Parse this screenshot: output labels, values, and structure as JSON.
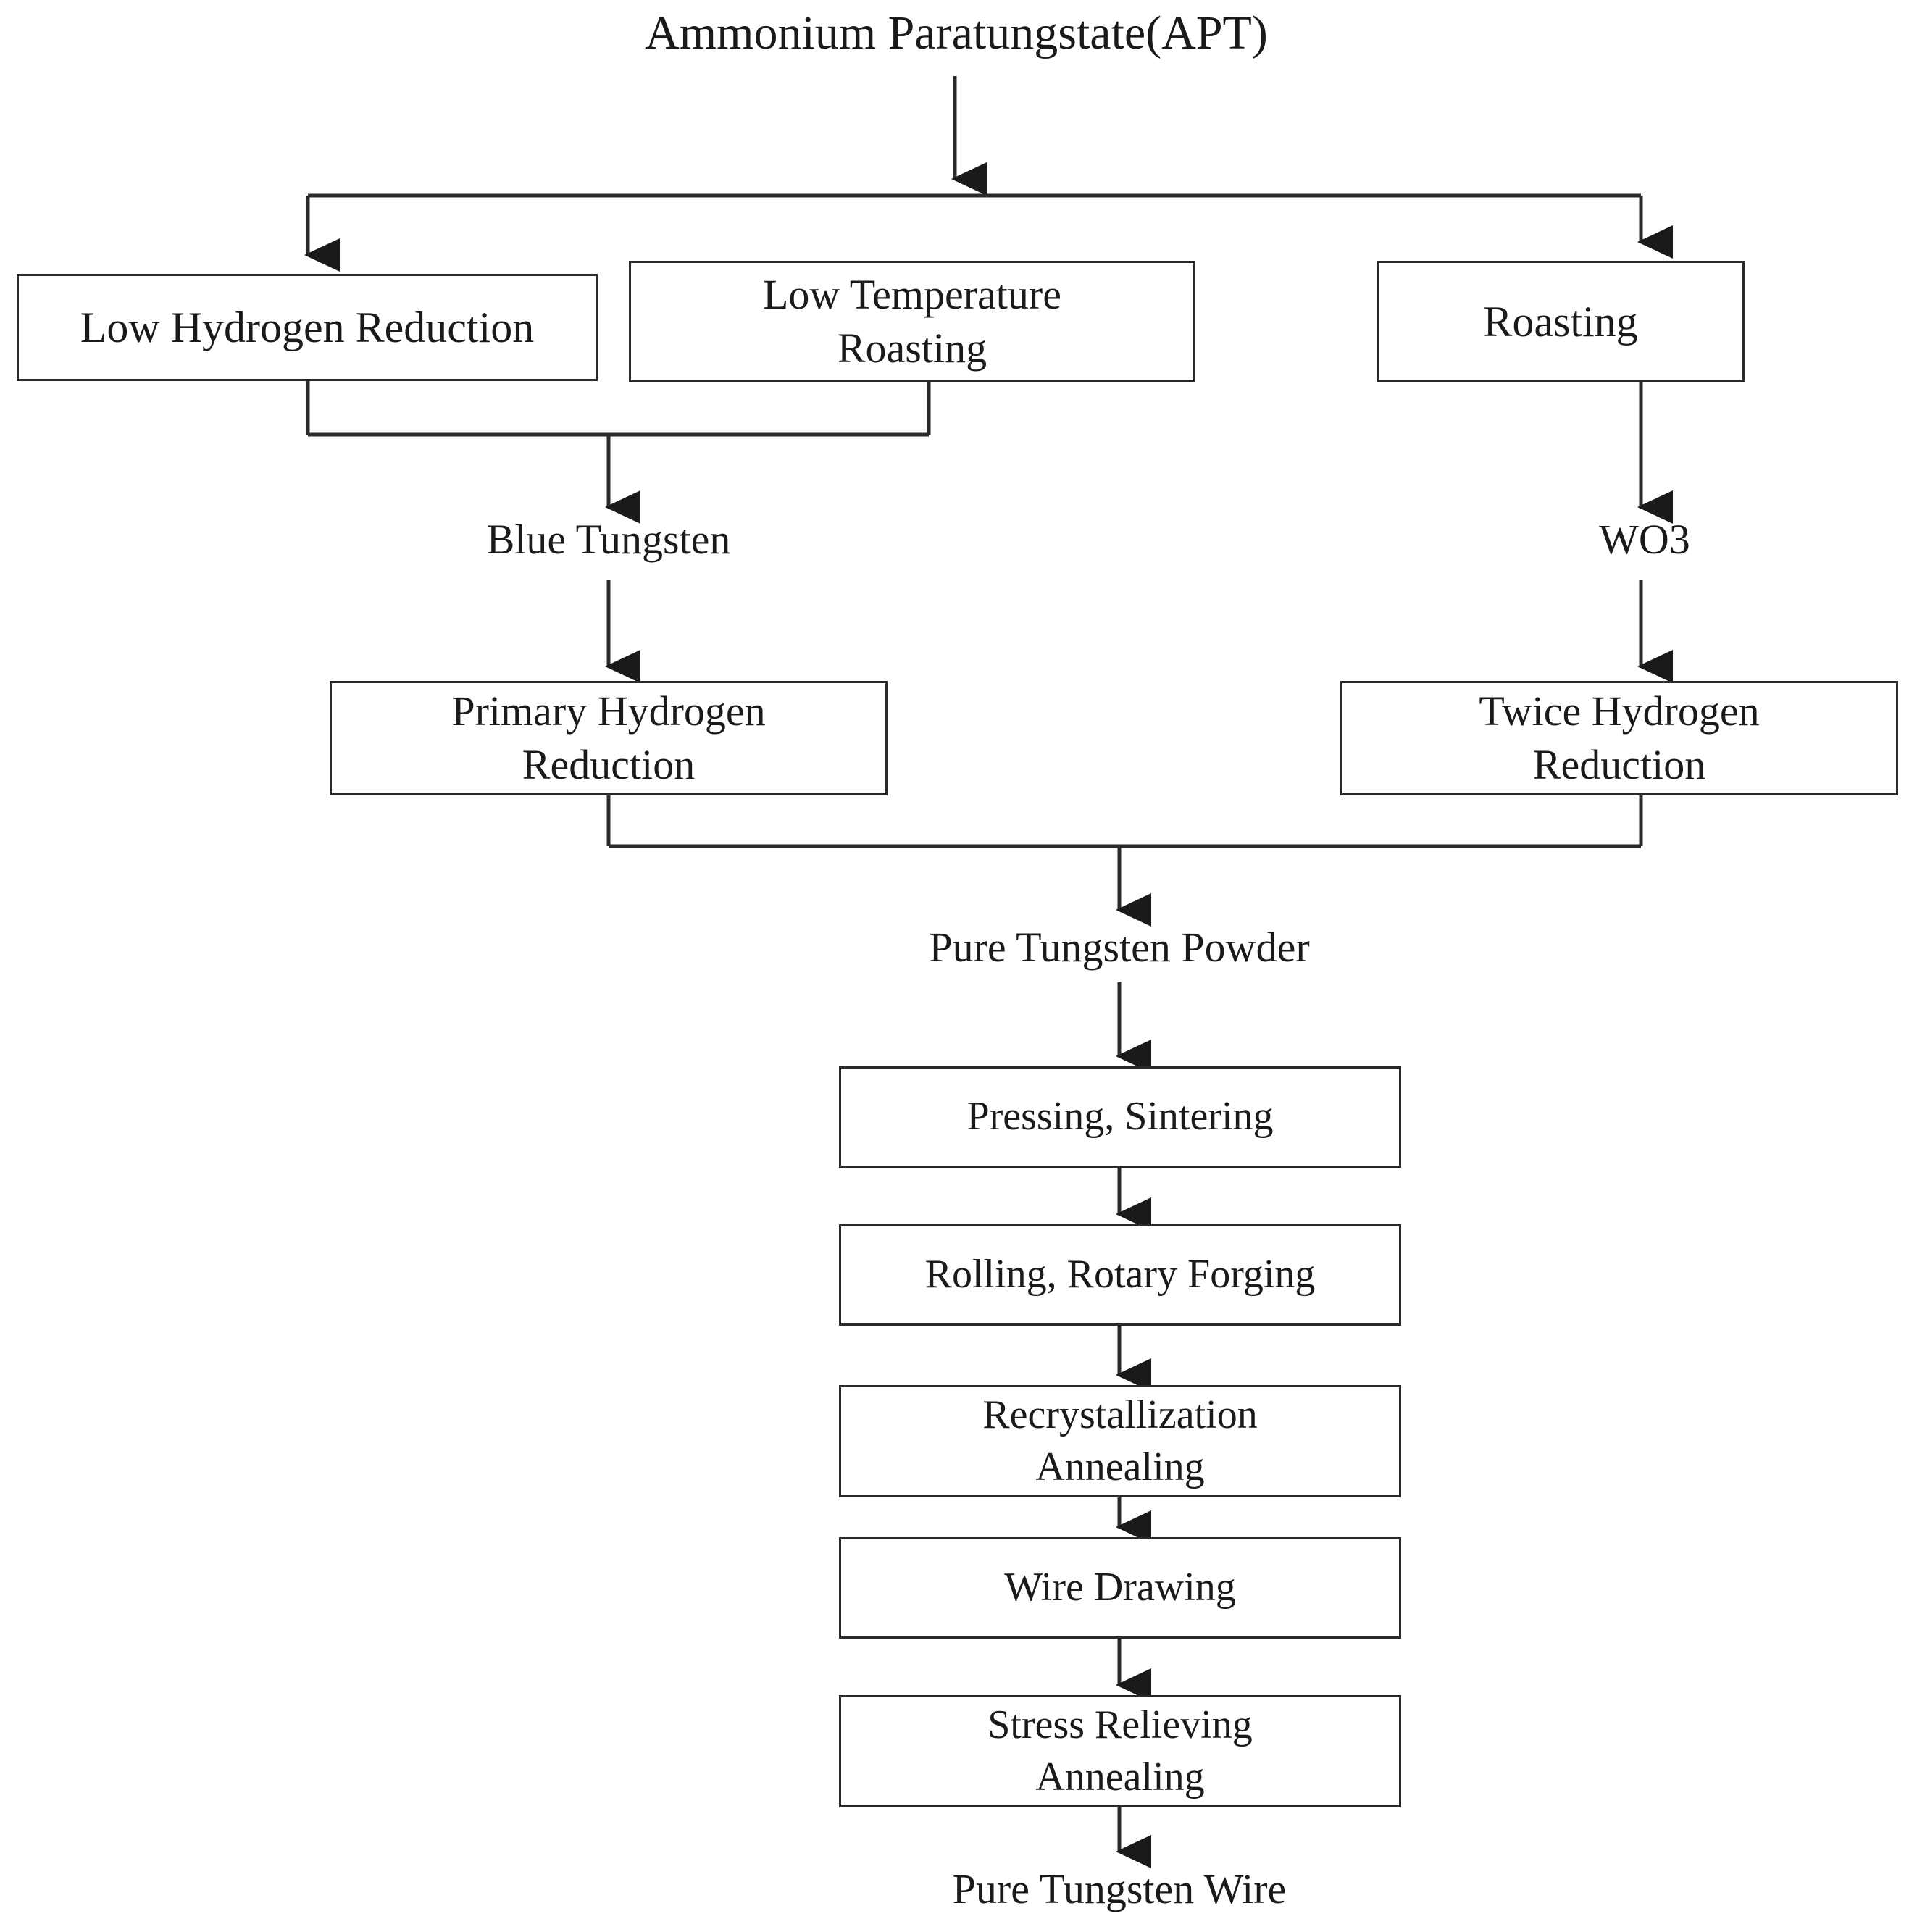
{
  "diagram": {
    "title": "Tungsten wire manufacturing process flowchart",
    "stroke_color": "#2a2a2a",
    "text_color": "#1a1a1a",
    "background_color": "#ffffff"
  },
  "nodes": {
    "apt": "Ammonium Paratungstate(APT)",
    "low_hydrogen_reduction": "Low Hydrogen Reduction",
    "low_temperature_roasting": "Low Temperature\nRoasting",
    "roasting": "Roasting",
    "blue_tungsten": "Blue Tungsten",
    "wo3": "WO3",
    "primary_hydrogen_reduction": "Primary Hydrogen\nReduction",
    "twice_hydrogen_reduction": "Twice Hydrogen\nReduction",
    "pure_tungsten_powder": "Pure Tungsten Powder",
    "pressing_sintering": "Pressing, Sintering",
    "rolling_rotary_forging": "Rolling, Rotary Forging",
    "recrystallization_annealing": "Recrystallization\nAnnealing",
    "wire_drawing": "Wire Drawing",
    "stress_relieving_annealing": "Stress Relieving\nAnnealing",
    "pure_tungsten_wire": "Pure Tungsten Wire"
  },
  "edges": [
    {
      "from": "apt",
      "to": "split-top",
      "kind": "arrow"
    },
    {
      "from": "split-top",
      "to": "low_hydrogen_reduction",
      "kind": "arrow"
    },
    {
      "from": "split-top",
      "to": "roasting",
      "kind": "arrow"
    },
    {
      "from": "low_hydrogen_reduction",
      "to": "merge-1",
      "kind": "line"
    },
    {
      "from": "low_temperature_roasting",
      "to": "merge-1",
      "kind": "line"
    },
    {
      "from": "merge-1",
      "to": "blue_tungsten",
      "kind": "arrow"
    },
    {
      "from": "blue_tungsten",
      "to": "primary_hydrogen_reduction",
      "kind": "arrow"
    },
    {
      "from": "roasting",
      "to": "wo3",
      "kind": "arrow"
    },
    {
      "from": "wo3",
      "to": "twice_hydrogen_reduction",
      "kind": "arrow"
    },
    {
      "from": "primary_hydrogen_reduction",
      "to": "merge-2",
      "kind": "line"
    },
    {
      "from": "twice_hydrogen_reduction",
      "to": "merge-2",
      "kind": "line"
    },
    {
      "from": "merge-2",
      "to": "pure_tungsten_powder",
      "kind": "arrow"
    },
    {
      "from": "pure_tungsten_powder",
      "to": "pressing_sintering",
      "kind": "arrow"
    },
    {
      "from": "pressing_sintering",
      "to": "rolling_rotary_forging",
      "kind": "arrow"
    },
    {
      "from": "rolling_rotary_forging",
      "to": "recrystallization_annealing",
      "kind": "arrow"
    },
    {
      "from": "recrystallization_annealing",
      "to": "wire_drawing",
      "kind": "arrow"
    },
    {
      "from": "wire_drawing",
      "to": "stress_relieving_annealing",
      "kind": "arrow"
    },
    {
      "from": "stress_relieving_annealing",
      "to": "pure_tungsten_wire",
      "kind": "arrow"
    }
  ]
}
